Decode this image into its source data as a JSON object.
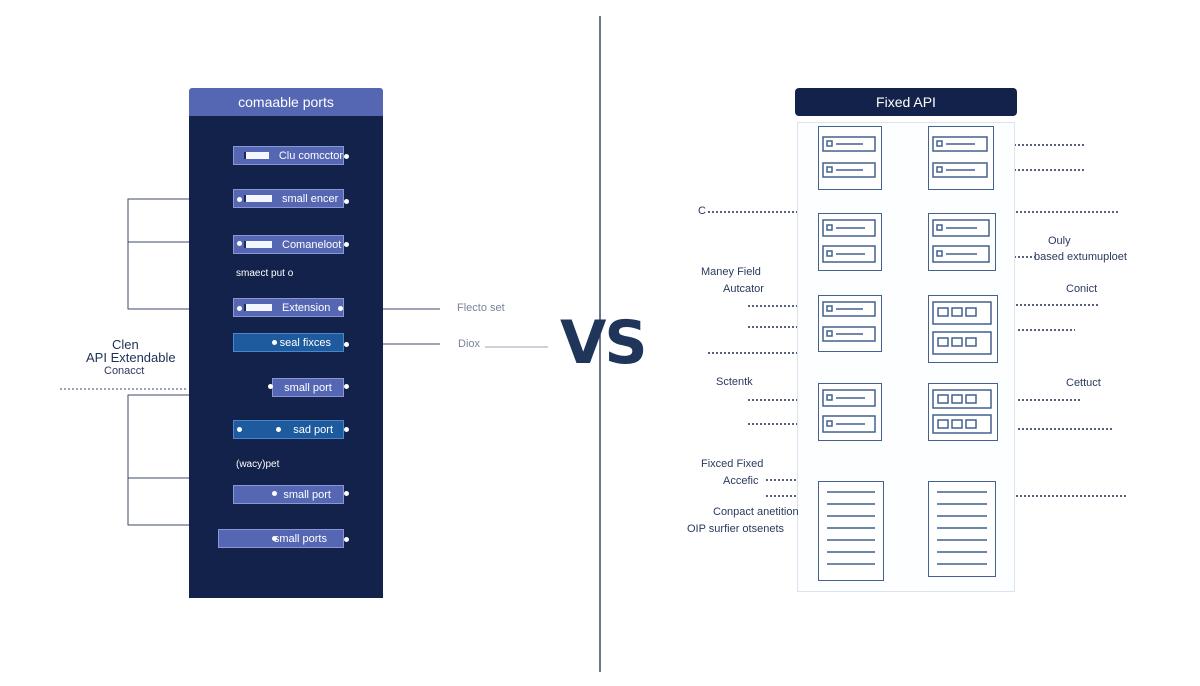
{
  "left_panel": {
    "title": "comaable ports",
    "ports": [
      {
        "label": "Clu comcctor"
      },
      {
        "label": "small encer"
      },
      {
        "label": "Comaneloot"
      },
      {
        "label": "Extension"
      },
      {
        "label": "seal fixces"
      },
      {
        "label": "small port"
      },
      {
        "label": "sad port"
      },
      {
        "label": "small port"
      },
      {
        "label": "small ports"
      }
    ],
    "inner_labels": [
      "smaect put o",
      "(wacy)pet"
    ],
    "side_labels": {
      "title1": "Clen",
      "title2": "API Extendable",
      "sub": "Conacct"
    },
    "right_labels": [
      "Flecto set",
      "Diox"
    ]
  },
  "vs": "VS",
  "right_panel": {
    "title": "Fixed API",
    "left_labels": [
      "C",
      "Maney Field",
      "Autcator",
      "Sctentk",
      "Fixced Fixed",
      "Accefic",
      "Conpact anetition",
      "OIP surfier otsenets"
    ],
    "right_labels": [
      "Ouly",
      "based extumuploet",
      "Conict",
      "Cettuct"
    ]
  },
  "colors": {
    "panel_dark": "#13224a",
    "port_blue": "#5567b3",
    "port_teal": "#1e5b9e",
    "vs_text": "#1f3559",
    "card_stroke": "#44618f"
  }
}
